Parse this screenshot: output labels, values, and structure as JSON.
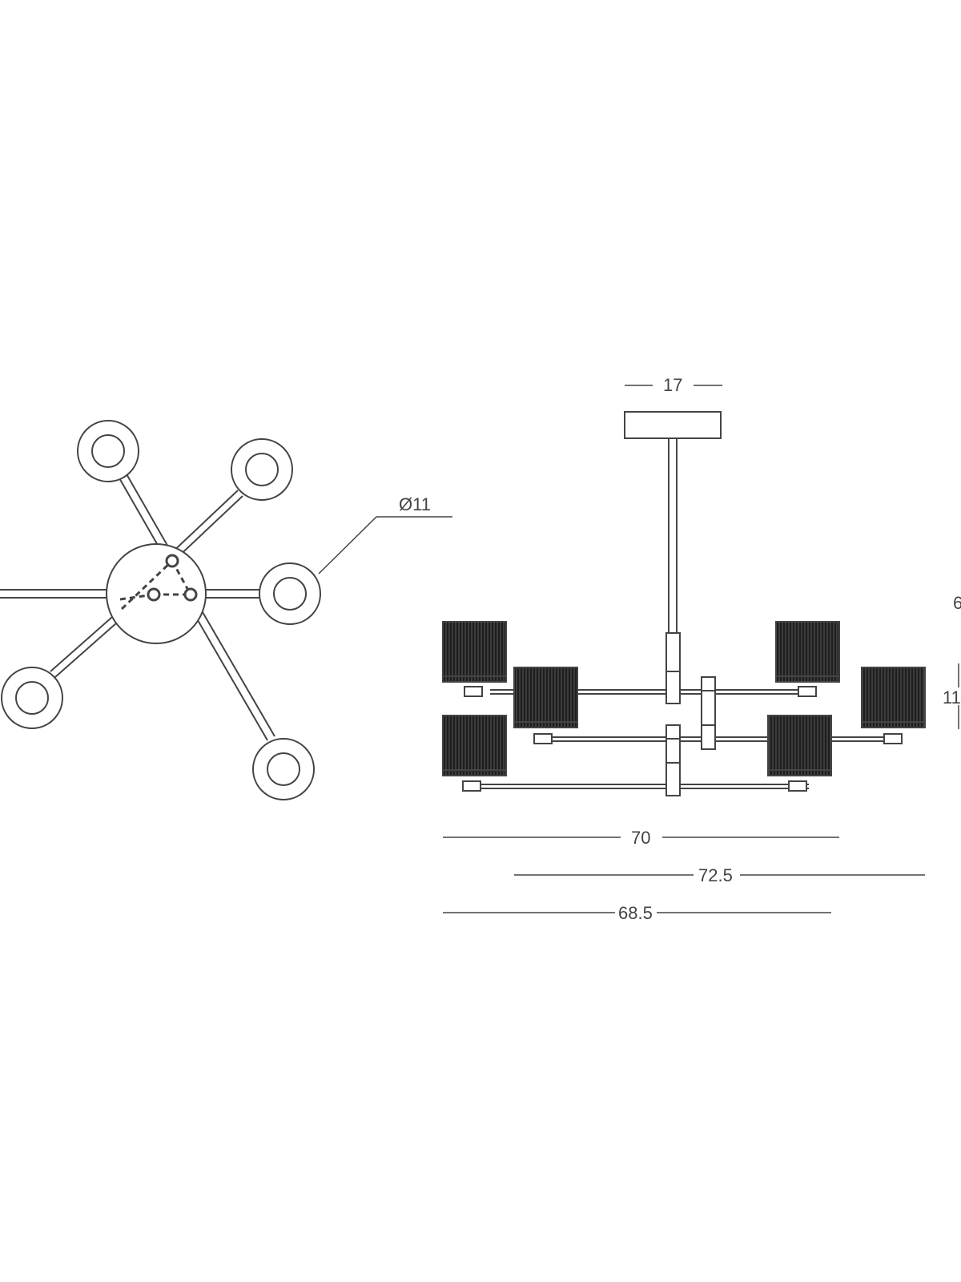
{
  "diagram": {
    "line_color": "#444444",
    "shade_color": "#1e1e1e",
    "top_view": {
      "shade_diameter_label": "Ø11",
      "arm_count": 6
    },
    "side_view": {
      "canopy_width_label": "17",
      "width_upper_label": "70",
      "width_middle_label": "72.5",
      "width_lower_label": "68.5",
      "height_label_partial": "6",
      "shade_height_label_partial": "11"
    }
  }
}
